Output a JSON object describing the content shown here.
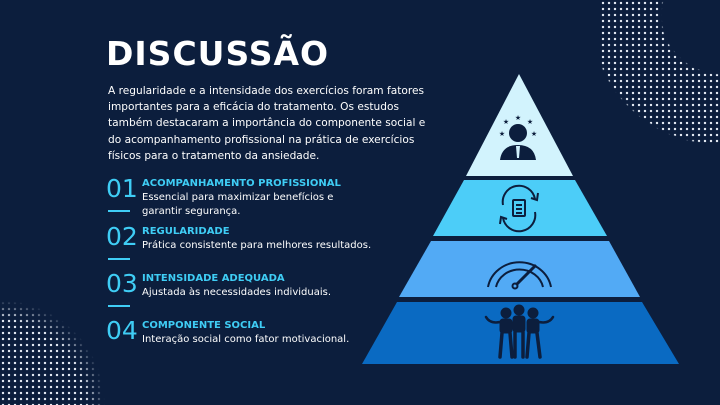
{
  "title": "DISCUSSÃO",
  "intro": "A regularidade e a intensidade dos exercícios foram fatores importantes para a eficácia do tratamento. Os estudos também destacaram a importância do componente social e do acompanhamento profissional na prática de exercícios físicos para o tratamento da ansiedade.",
  "items": [
    {
      "number": "01",
      "title": "ACOMPANHAMENTO PROFISSIONAL",
      "description": "Essencial para maximizar benefícios e garantir segurança."
    },
    {
      "number": "02",
      "title": "REGULARIDADE",
      "description": "Prática consistente para melhores resultados."
    },
    {
      "number": "03",
      "title": "INTENSIDADE ADEQUADA",
      "description": "Ajustada às necessidades individuais."
    },
    {
      "number": "04",
      "title": "COMPONENTE SOCIAL",
      "description": "Interação social como fator motivacional."
    }
  ],
  "pyramid": {
    "tiers": [
      {
        "icon": "professional-with-stars-icon",
        "color": "#d2f3fd"
      },
      {
        "icon": "cycle-document-icon",
        "color": "#4ccdf8"
      },
      {
        "icon": "speedometer-icon",
        "color": "#52aaf5"
      },
      {
        "icon": "group-of-people-icon",
        "color": "#0a6ac2"
      }
    ]
  },
  "colors": {
    "background": "#0c1e3d",
    "accent": "#3fcdf5",
    "icon": "#0c1e3d"
  }
}
